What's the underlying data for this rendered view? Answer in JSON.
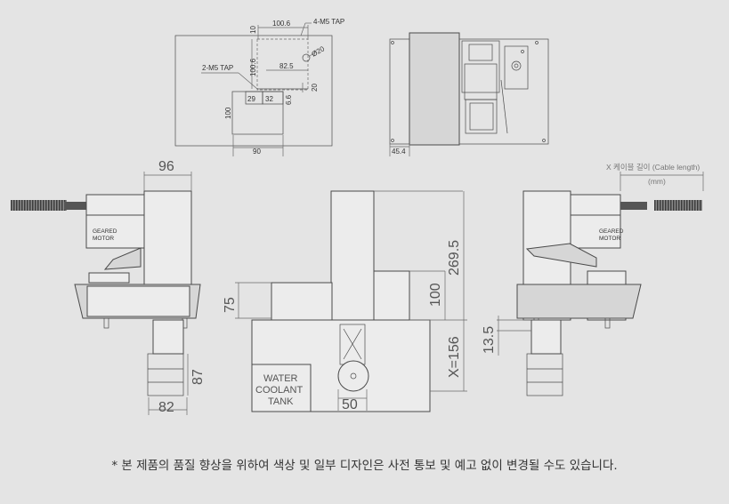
{
  "top_left_view": {
    "dims": {
      "w100_6": "100.6",
      "tap4": "4-M5 TAP",
      "d10": "10",
      "h100_6": "100.6",
      "w82_5": "82.5",
      "phi20": "Ø20",
      "tap2": "2-M5 TAP",
      "d20": "20",
      "d29": "29",
      "d32": "32",
      "d6_6": "6.6",
      "h100": "100",
      "w90": "90"
    }
  },
  "top_right_view": {
    "dims": {
      "d45_4": "45.4"
    }
  },
  "left_view": {
    "dims": {
      "w96": "96",
      "h87": "87",
      "w82": "82"
    },
    "motor_label_1": "GEARED",
    "motor_label_2": "MOTOR"
  },
  "center_view": {
    "dims": {
      "h269_5": "269.5",
      "h75": "75",
      "h100": "100",
      "x156": "X=156",
      "w50": "50"
    },
    "tank_line1": "WATER",
    "tank_line2": "COOLANT",
    "tank_line3": "TANK"
  },
  "right_view": {
    "cable_label": "X 케이블 길이 (Cable length)",
    "cable_unit": "(mm)",
    "dims": {
      "h13_5": "13.5"
    },
    "motor_label_1": "GEARED",
    "motor_label_2": "MOTOR"
  },
  "footnote": "* 본 제품의 품질 향상을 위하여 색상 및 일부 디자인은 사전 통보 및 예고 없이 변경될 수도 있습니다."
}
